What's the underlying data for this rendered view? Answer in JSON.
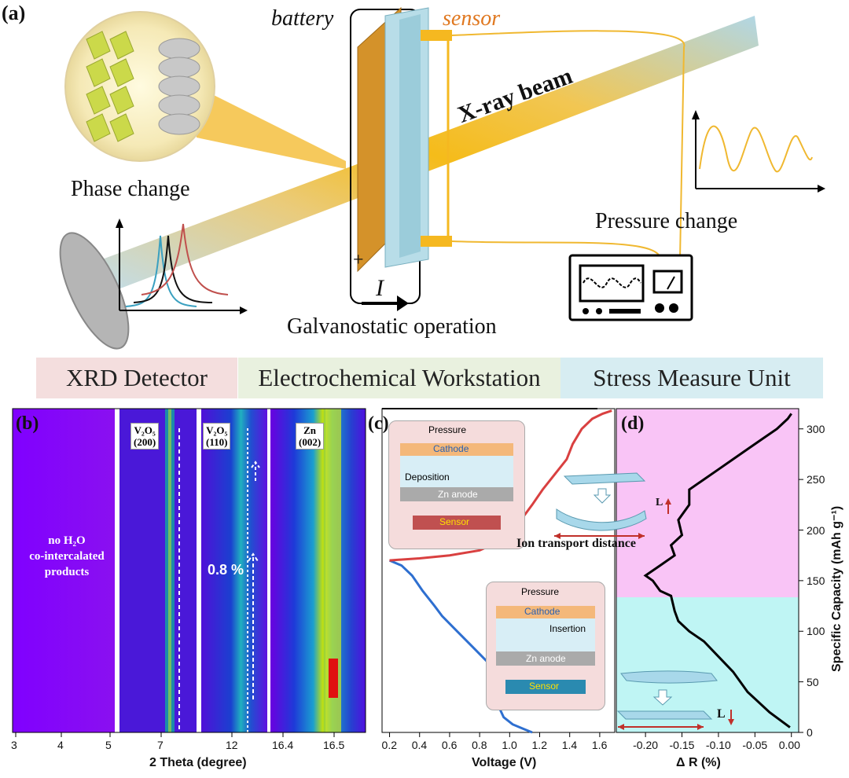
{
  "panel_a": {
    "label": "(a)",
    "battery": "battery",
    "sensor": "sensor",
    "xray": "X-ray beam",
    "phase_change": "Phase change",
    "pressure_change": "Pressure change",
    "galvanostatic": "Galvanostatic operation",
    "plus": "+",
    "current": "I"
  },
  "bands": [
    {
      "label": "XRD Detector",
      "color": "#f4dede"
    },
    {
      "label": "Electrochemical Workstation",
      "color": "#e9f1df"
    },
    {
      "label": "Stress Measure Unit",
      "color": "#d7edf2"
    }
  ],
  "panel_b": {
    "label": "(b)",
    "note_line1": "no H₂O",
    "note_line2": "co-intercalated",
    "note_line3": "products",
    "box1_line1": "V₂O₅",
    "box1_line2": "(200)",
    "box2_line1": "V₂O₅",
    "box2_line2": "(110)",
    "box3_line1": "Zn",
    "box3_line2": "(002)",
    "shift": "0.8 %",
    "xlabel": "2 Theta (degree)",
    "xticks": [
      "3",
      "4",
      "5",
      "7",
      "12",
      "16.4",
      "16.5"
    ]
  },
  "panel_c": {
    "label": "(c)",
    "xlabel": "Voltage (V)",
    "xticks": [
      "0.2",
      "0.4",
      "0.6",
      "0.8",
      "1.0",
      "1.2",
      "1.4",
      "1.6"
    ],
    "ion_transport": "Ion transport distance",
    "inset1": {
      "pressure": "Pressure",
      "cathode": "Cathode",
      "deposition": "Deposition",
      "anode": "Zn anode",
      "sensor": "Sensor"
    },
    "inset2": {
      "pressure": "Pressure",
      "cathode": "Cathode",
      "insertion": "Insertion",
      "anode": "Zn anode",
      "sensor": "Sensor"
    }
  },
  "panel_d": {
    "label": "(d)",
    "xlabel": "Δ R (%)",
    "xticks": [
      "-0.20",
      "-0.15",
      "-0.10",
      "-0.05",
      "0.00"
    ],
    "ylabel": "Specific Capacity (mAh g⁻¹)",
    "yticks": [
      "0",
      "50",
      "100",
      "150",
      "200",
      "250",
      "300"
    ],
    "L_up": "L",
    "L_down": "L"
  },
  "chart_data": [
    {
      "type": "line",
      "panel": "c",
      "xlabel": "Voltage (V)",
      "ylabel": "Specific Capacity (mAh g⁻¹)",
      "xlim": [
        0.15,
        1.7
      ],
      "ylim": [
        0,
        320
      ],
      "series": [
        {
          "name": "",
          "color": "#2e6fd0",
          "x": [
            0.2,
            0.28,
            0.35,
            0.42,
            0.5,
            0.55,
            0.65,
            0.75,
            0.85,
            0.88,
            0.9,
            0.92,
            0.96,
            1.02,
            1.1,
            1.15
          ],
          "y": [
            170,
            165,
            155,
            140,
            125,
            115,
            100,
            85,
            70,
            55,
            40,
            28,
            15,
            8,
            3,
            0
          ]
        },
        {
          "name": "",
          "color": "#d94040",
          "x": [
            0.2,
            0.4,
            0.6,
            0.8,
            0.95,
            1.05,
            1.15,
            1.22,
            1.3,
            1.38,
            1.42,
            1.48,
            1.55,
            1.62,
            1.68
          ],
          "y": [
            170,
            172,
            175,
            180,
            190,
            205,
            225,
            240,
            255,
            270,
            285,
            300,
            310,
            315,
            318
          ]
        }
      ]
    },
    {
      "type": "line",
      "panel": "d",
      "xlabel": "Δ R (%)",
      "ylabel": "Specific Capacity (mAh g⁻¹)",
      "xlim": [
        -0.24,
        0.01
      ],
      "ylim": [
        0,
        320
      ],
      "series": [
        {
          "name": "",
          "color": "#000000",
          "x": [
            -0.002,
            -0.03,
            -0.06,
            -0.08,
            -0.1,
            -0.12,
            -0.14,
            -0.155,
            -0.16,
            -0.165,
            -0.18,
            -0.19,
            -0.2,
            -0.18,
            -0.16,
            -0.165,
            -0.15,
            -0.155,
            -0.14,
            -0.14,
            -0.12,
            -0.1,
            -0.08,
            -0.06,
            -0.04,
            -0.02,
            -0.005,
            0.0
          ],
          "y": [
            5,
            20,
            40,
            60,
            75,
            90,
            100,
            110,
            120,
            135,
            140,
            150,
            155,
            165,
            175,
            185,
            195,
            210,
            225,
            240,
            250,
            260,
            270,
            280,
            290,
            300,
            310,
            315
          ]
        }
      ]
    }
  ]
}
